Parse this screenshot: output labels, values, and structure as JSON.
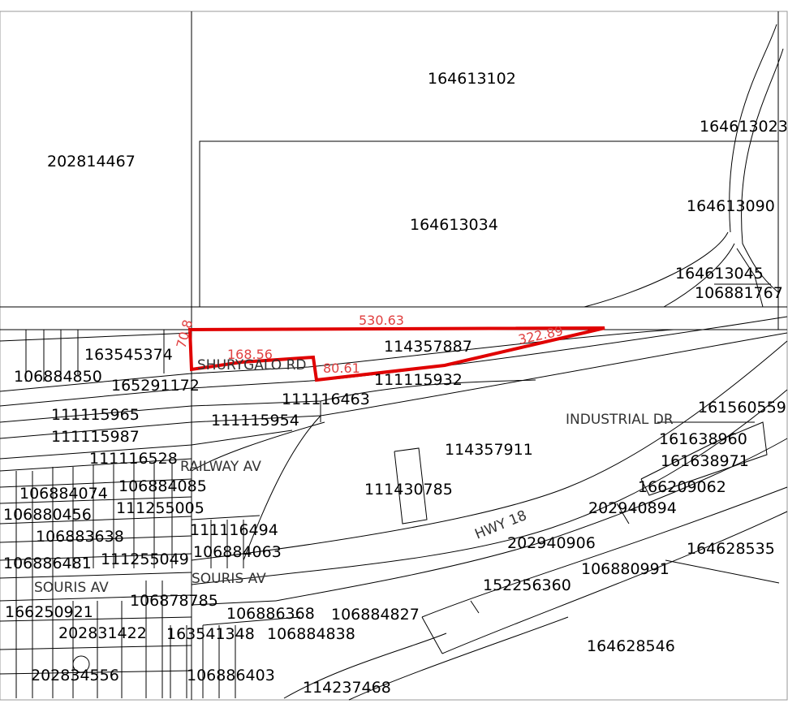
{
  "colors": {
    "background": "#ffffff",
    "linework": "#000000",
    "highlight": "#e00000"
  },
  "parcels": [
    "164613102",
    "202814467",
    "164613034",
    "164613023",
    "164613090",
    "164613045",
    "106881767",
    "163545374",
    "114357887",
    "106884850",
    "165291172",
    "111115932",
    "111116463",
    "111115965",
    "111115954",
    "111115987",
    "114357911",
    "161560559",
    "161638960",
    "161638971",
    "111116528",
    "111430785",
    "106884074",
    "106884085",
    "166209062",
    "106880456",
    "111255005",
    "202940894",
    "106883638",
    "111116494",
    "202940906",
    "164628535",
    "106886481",
    "111255049",
    "106884063",
    "106880991",
    "152256360",
    "166250921",
    "106878785",
    "106886368",
    "106884827",
    "202831422",
    "163541348",
    "106884838",
    "164628546",
    "202834556",
    "106886403",
    "114237468"
  ],
  "roads": {
    "shurygalo": "SHURYGALO RD",
    "industrial": "INDUSTRIAL DR",
    "railway": "RAILWAY AV",
    "hwy18": "HWY 18",
    "souris_left": "SOURIS AV",
    "souris_right": "SOURIS AV"
  },
  "dimensions": {
    "north": "530.63",
    "east": "322.89",
    "west_short": "168.56",
    "step": "80.61",
    "west_edge": "70.8"
  }
}
